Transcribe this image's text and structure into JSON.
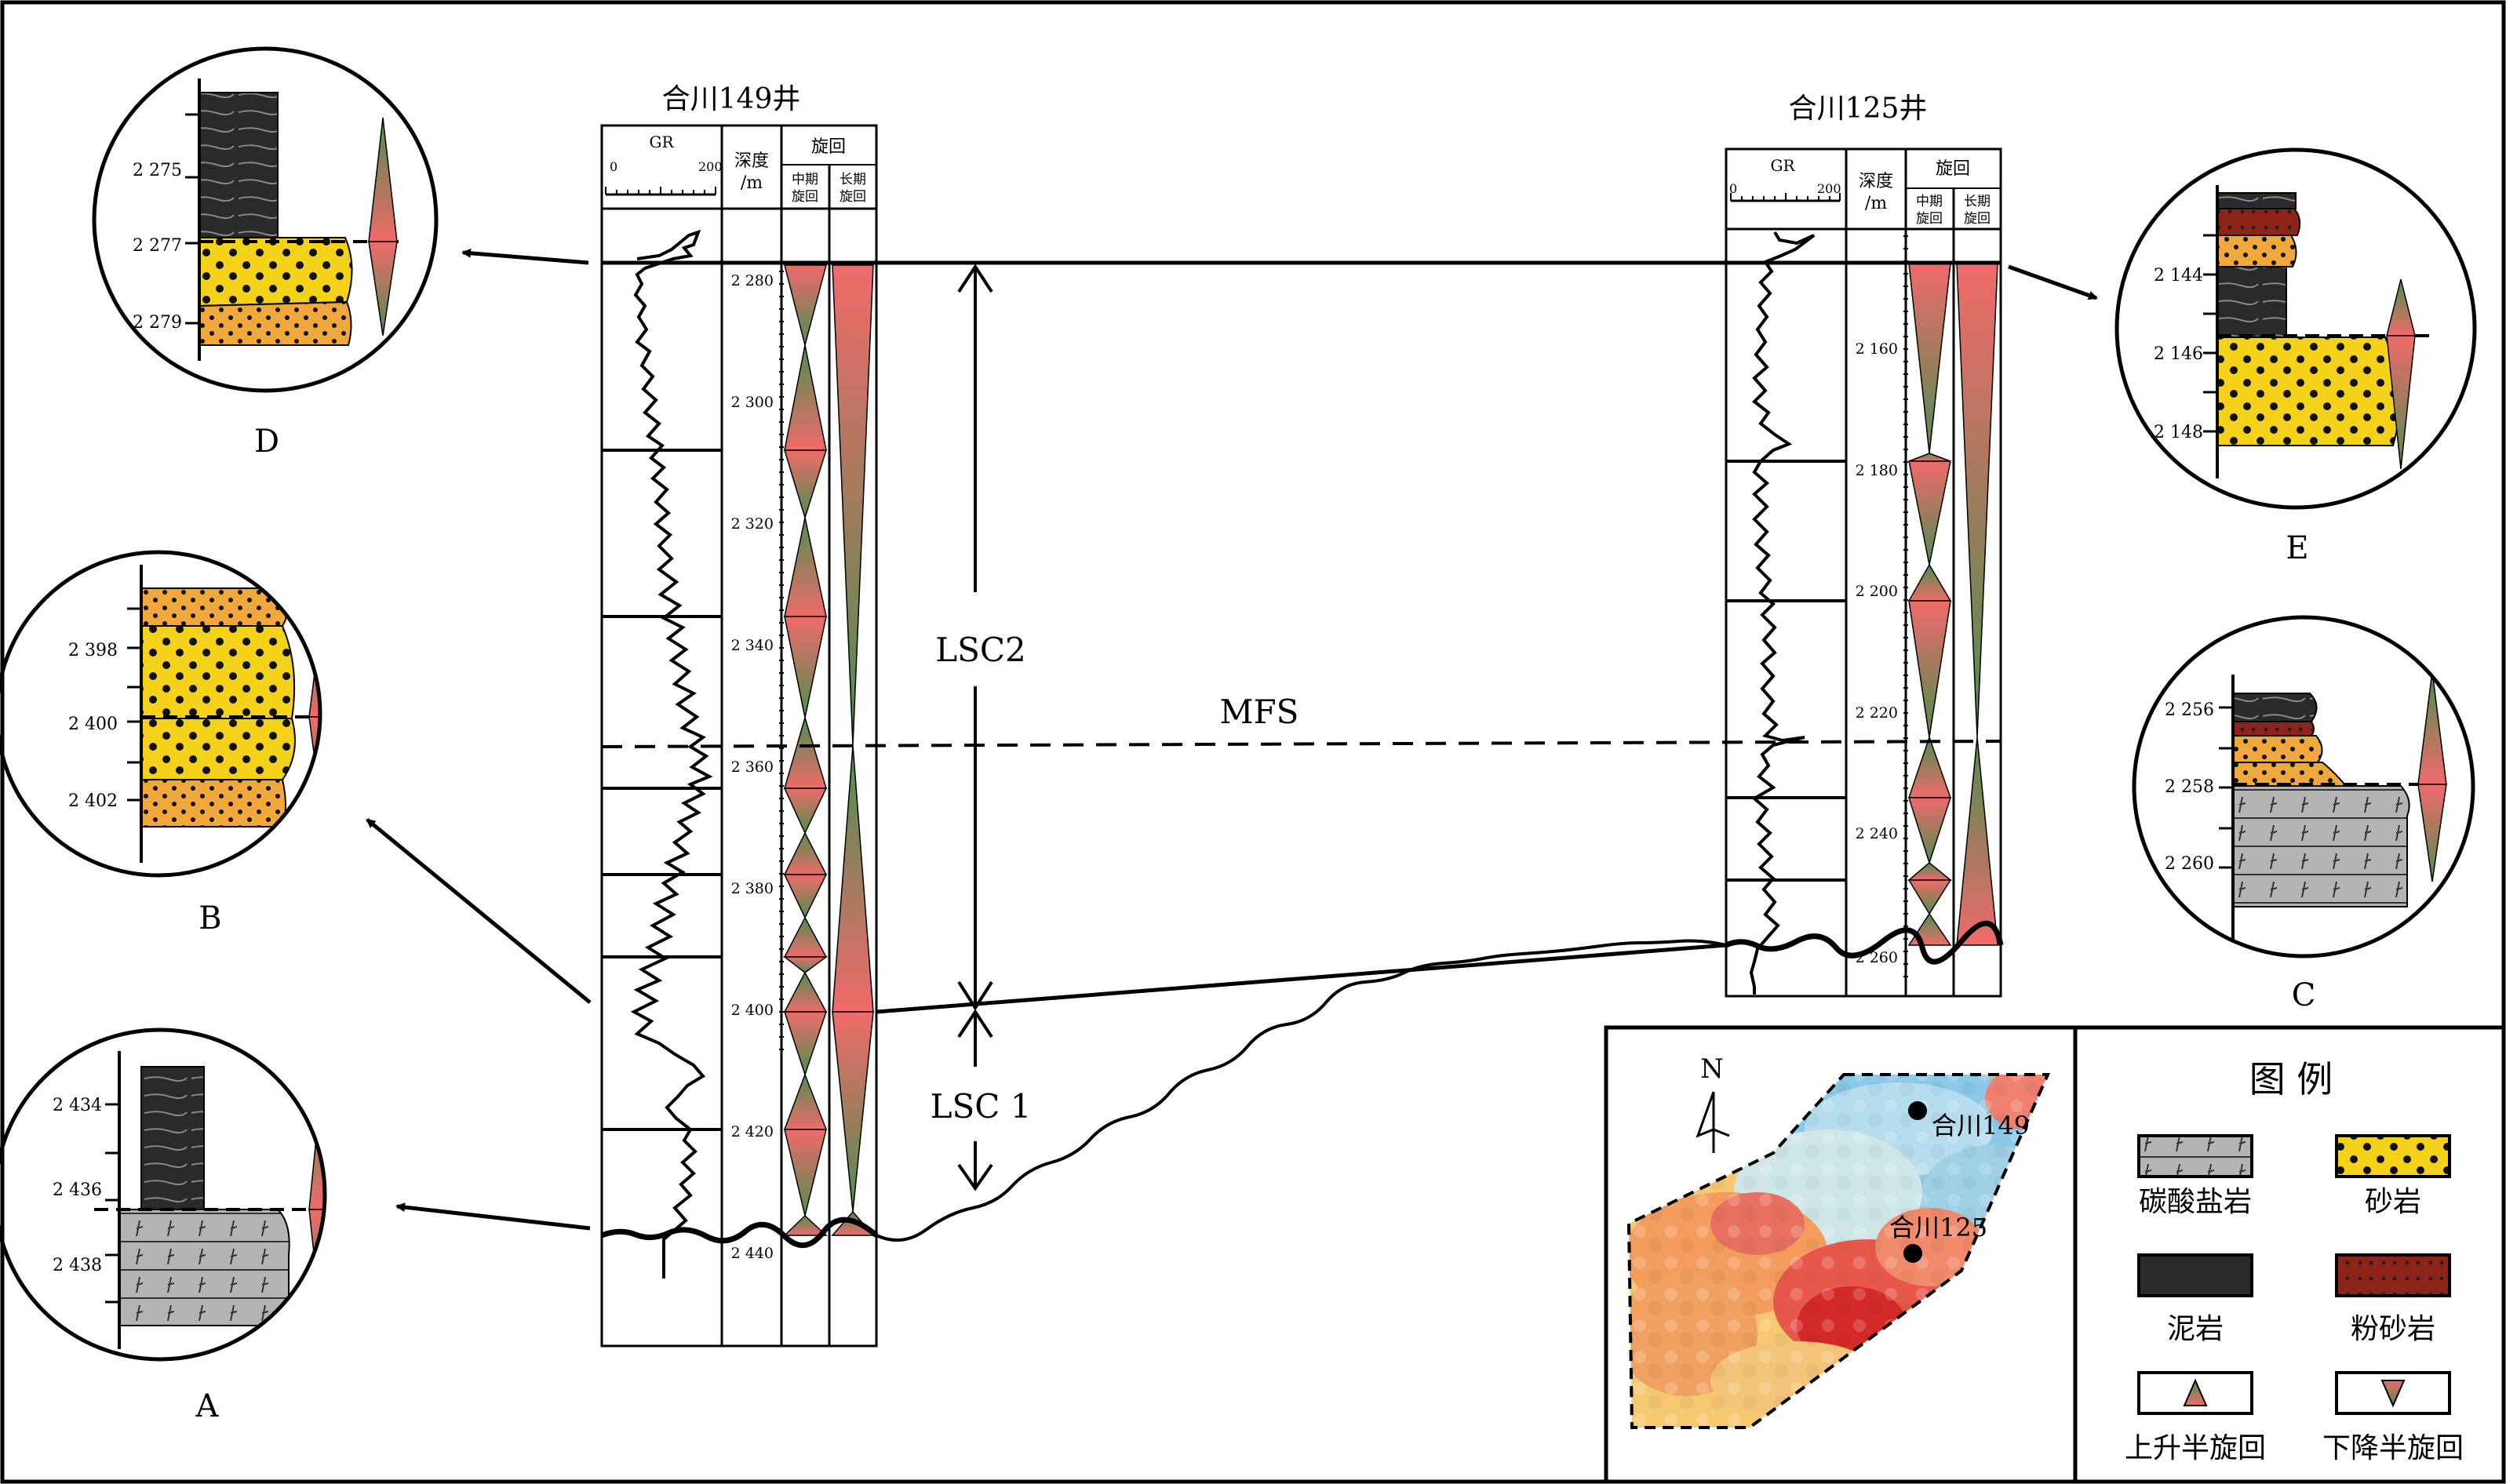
{
  "well_left": {
    "title": "合川149井"
  },
  "well_right": {
    "title": "合川125井"
  },
  "header": {
    "gr_label": "GR",
    "gr_min": "0",
    "gr_max": "200",
    "depth_label_1": "深度",
    "depth_label_2": "/m",
    "cycle_label": "旋回",
    "mid_cycle_1": "中期",
    "mid_cycle_2": "旋回",
    "long_cycle_1": "长期",
    "long_cycle_2": "旋回"
  },
  "depth_ticks_left": [
    "2 280",
    "2 300",
    "2 320",
    "2 340",
    "2 360",
    "2 380",
    "2 400",
    "2 420",
    "2 440"
  ],
  "depth_ticks_right": [
    "2 160",
    "2 180",
    "2 200",
    "2 220",
    "2 240",
    "2 260"
  ],
  "sequence_labels": {
    "lsc2": "LSC2",
    "lsc1": "LSC 1",
    "mfs": "MFS"
  },
  "insets": {
    "A": {
      "label": "A",
      "depths": [
        "2 434",
        "2 436",
        "2 438"
      ]
    },
    "B": {
      "label": "B",
      "depths": [
        "2 398",
        "2 400",
        "2 402"
      ]
    },
    "C": {
      "label": "C",
      "depths": [
        "2 256",
        "2 258",
        "2 260"
      ]
    },
    "D": {
      "label": "D",
      "depths": [
        "2 275",
        "2 277",
        "2 279"
      ]
    },
    "E": {
      "label": "E",
      "depths": [
        "2 144",
        "2 146",
        "2 148"
      ]
    }
  },
  "map": {
    "north": "N",
    "well_1": "合川149",
    "well_2": "合川125"
  },
  "legend": {
    "title": "图 例",
    "items": [
      "碳酸盐岩",
      "砂岩",
      "泥岩",
      "粉砂岩",
      "上升半旋回",
      "下降半旋回"
    ]
  },
  "colors": {
    "sandstone": "#F5D21A",
    "sand_orange": "#F0A83A",
    "mudstone": "#2A2A2A",
    "carbonate": "#B4B4B4",
    "siltstone": "#8E2418",
    "cycle_red": "#F06A6A",
    "cycle_green": "#4E8E4E"
  }
}
